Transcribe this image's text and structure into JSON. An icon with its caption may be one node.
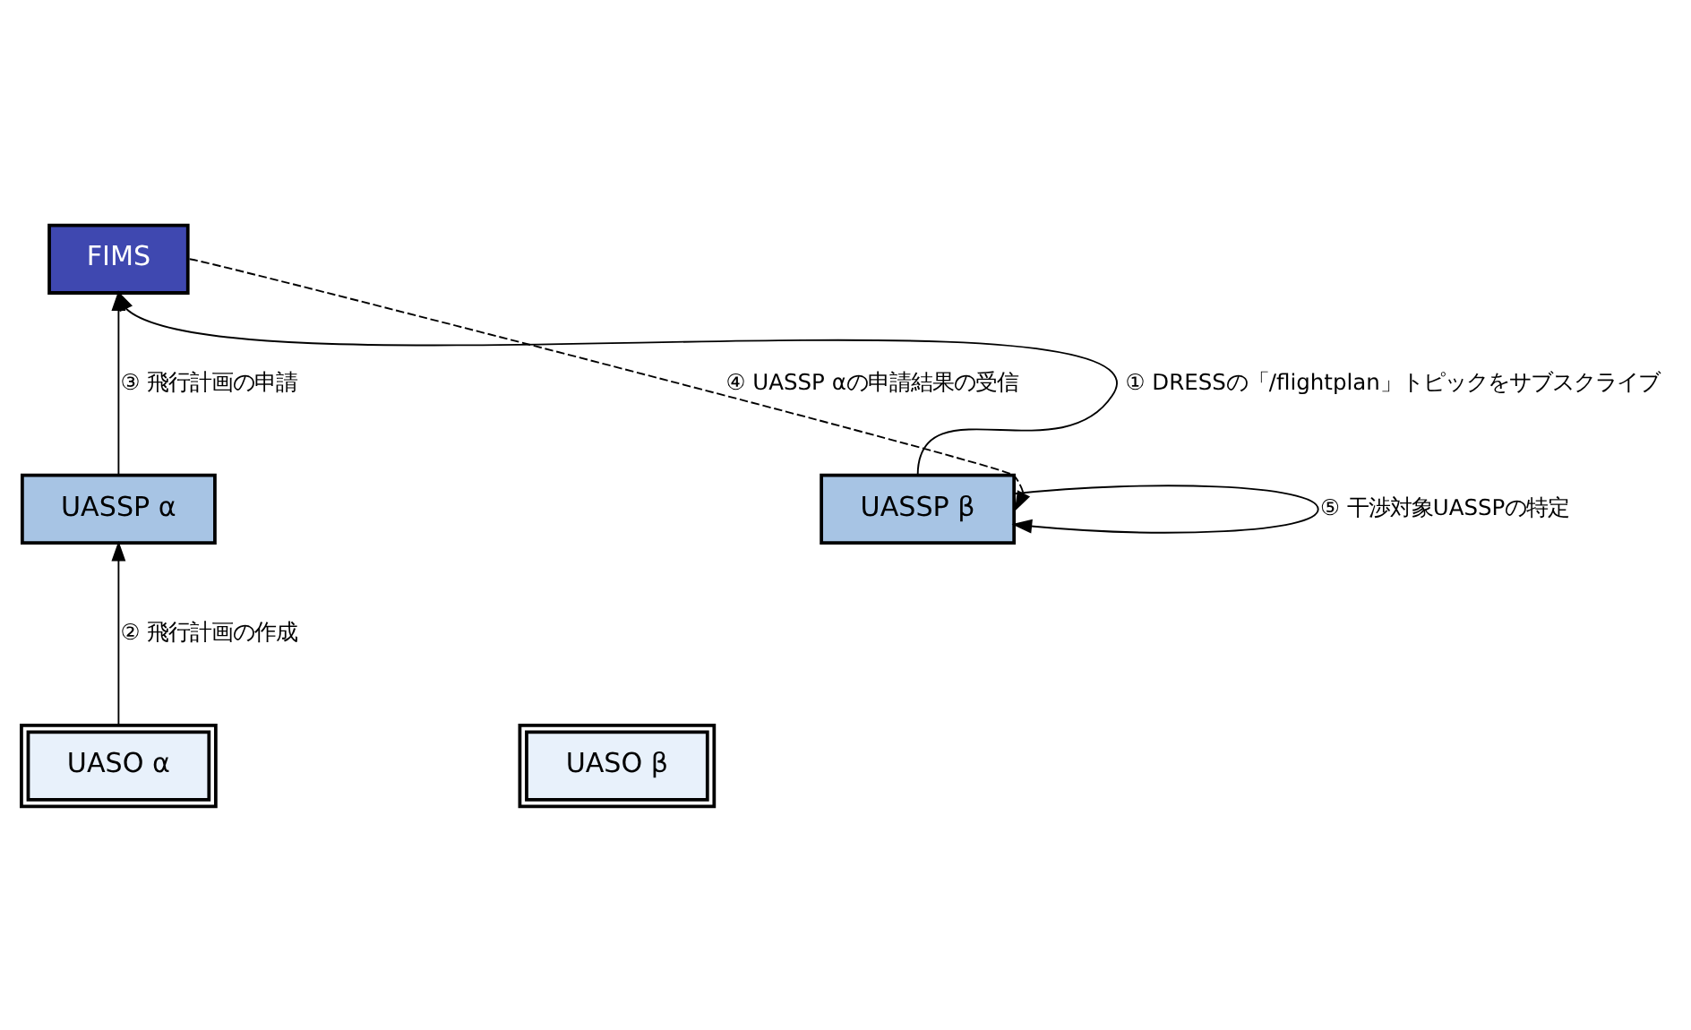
{
  "diagram": {
    "nodes": [
      {
        "text": [
          "FIMS"
        ]
      },
      {
        "text": [
          "UASSP α"
        ]
      },
      {
        "text": [
          "UASSP β"
        ]
      },
      {
        "text": [
          "UASO α"
        ]
      },
      {
        "text": [
          "UASO β"
        ]
      }
    ],
    "edges": [
      {
        "from": 2,
        "to": 0,
        "arrow": "to",
        "label": "① DRESSの「/flightplan」トピックをサブスクライブ"
      },
      {
        "from": 3,
        "to": 1,
        "arrow": "to",
        "label": "② 飛行計画の作成"
      },
      {
        "from": 1,
        "to": 0,
        "arrow": "to",
        "label": "③ 飛行計画の申請"
      },
      {
        "from": 0,
        "to": 2,
        "arrow": "to",
        "label": "④ UASSP αの申請結果の受信",
        "style": "dashed"
      },
      {
        "from": 2,
        "to": 2,
        "arrow": "to",
        "label": "⑤ 干渉対象UASSPの特定"
      }
    ]
  }
}
